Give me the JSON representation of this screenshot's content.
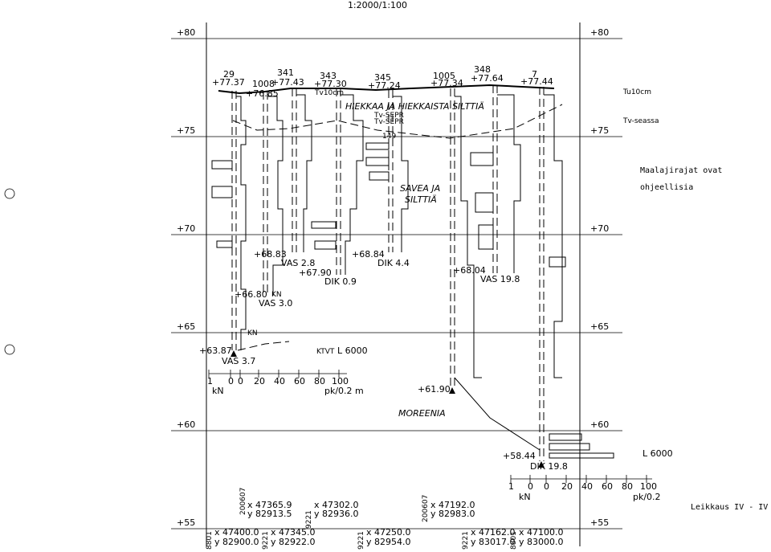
{
  "scale": "1:2000/1:100",
  "elevation_labels": [
    "+80",
    "+75",
    "+70",
    "+65",
    "+60",
    "+55"
  ],
  "top_probes": [
    {
      "id": "29",
      "level": "+77.37"
    },
    {
      "id": "1008",
      "level": "+76.85"
    },
    {
      "id": "341",
      "level": "+77.43"
    },
    {
      "id": "343",
      "level": "+77.30"
    },
    {
      "id": "345",
      "level": "+77.24"
    },
    {
      "id": "1005",
      "level": "+77.34"
    },
    {
      "id": "348",
      "level": "+77.64"
    },
    {
      "id": "7",
      "level": "+77.44"
    }
  ],
  "side_notes": {
    "tu10cm": "Tu10cm",
    "tv_seassa": "Tv-seassa",
    "note_line1": "Maalajirajat ovat",
    "note_line2": "ohjeellisia",
    "section": "Leikkaus IV - IV"
  },
  "soil_labels": {
    "hiekka": "HIEKKAA JA HIEKKAISTA SILTTIÄ",
    "savea_1": "SAVEA JA",
    "savea_2": "SILTTIÄ",
    "moreenia": "MOREENIA",
    "tv_sepr": "Tv-SEPR",
    "tv_sepr2": "Tv-SEPR",
    "tv10cm": "Tv10cm",
    "ktvt": "KTVT"
  },
  "probe_ends": [
    {
      "level": "+68.83",
      "code": "VAS 2.8",
      "level2": "+67.90"
    },
    {
      "level": "+68.84",
      "code": "DIK 4.4"
    },
    {
      "code": "DIK 0.9"
    },
    {
      "level": "+66.80",
      "code": "VAS 3.0",
      "tag": "KN"
    },
    {
      "level": "+68.04",
      "code": "VAS 19.8"
    },
    {
      "level": "+63.87",
      "code": "VAS 3.7",
      "tag": "KN"
    },
    {
      "level": "+61.90"
    },
    {
      "level": "+58.44",
      "code": "DIK 19.8"
    }
  ],
  "l6000": "L 6000",
  "num_149": "149",
  "axis_left": {
    "ticks": [
      "1",
      "0",
      "0",
      "20",
      "40",
      "60",
      "80",
      "100"
    ],
    "unit_left": "kN",
    "unit_right": "pk/0.2 m"
  },
  "axis_right": {
    "ticks": [
      "1",
      "0",
      "0",
      "20",
      "40",
      "60",
      "80",
      "100"
    ],
    "unit_left": "kN",
    "unit_right": "pk/0.2"
  },
  "coords_upper": [
    {
      "tag": "200607",
      "x": "x  47365.9",
      "y": "y  82913.5"
    },
    {
      "tag": "9221",
      "x": "x  47302.0",
      "y": "y  82936.0"
    },
    {
      "tag": "200607",
      "x": "x  47192.0",
      "y": "y  82983.0"
    }
  ],
  "coords_lower": [
    {
      "tag": "8801",
      "x": "x  47400.0",
      "y": "y  82900.0"
    },
    {
      "tag": "9221",
      "x": "x  47345.0",
      "y": "y  82922.0"
    },
    {
      "tag": "9221",
      "x": "x  47250.0",
      "y": "y  82954.0"
    },
    {
      "tag": "9221",
      "x": "x  47162.0",
      "y": "y  83017.0"
    },
    {
      "tag": "8801",
      "x": "x  47100.0",
      "y": "y  83000.0"
    }
  ]
}
